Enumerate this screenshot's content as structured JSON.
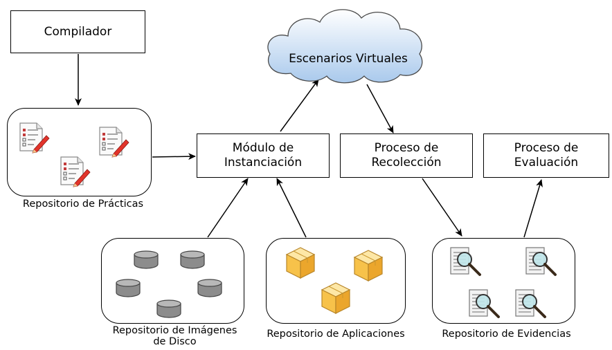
{
  "nodes": {
    "compiler": "Compilador",
    "module_line1": "Módulo de",
    "module_line2": "Instanciación",
    "collection_line1": "Proceso de",
    "collection_line2": "Recolección",
    "evaluation_line1": "Proceso de",
    "evaluation_line2": "Evaluación",
    "cloud": "Escenarios Virtuales"
  },
  "repositories": {
    "practices": "Repositorio de Prácticas",
    "images_line1": "Repositorio de Imágenes",
    "images_line2": "de Disco",
    "applications": "Repositorio de Aplicaciones",
    "evidence": "Repositorio de Evidencias"
  },
  "icons": {
    "practice_doc": "checklist-document-pencil-icon",
    "disk": "hard-disk-icon",
    "package": "package-box-icon",
    "evidence_doc": "document-magnifier-icon"
  }
}
